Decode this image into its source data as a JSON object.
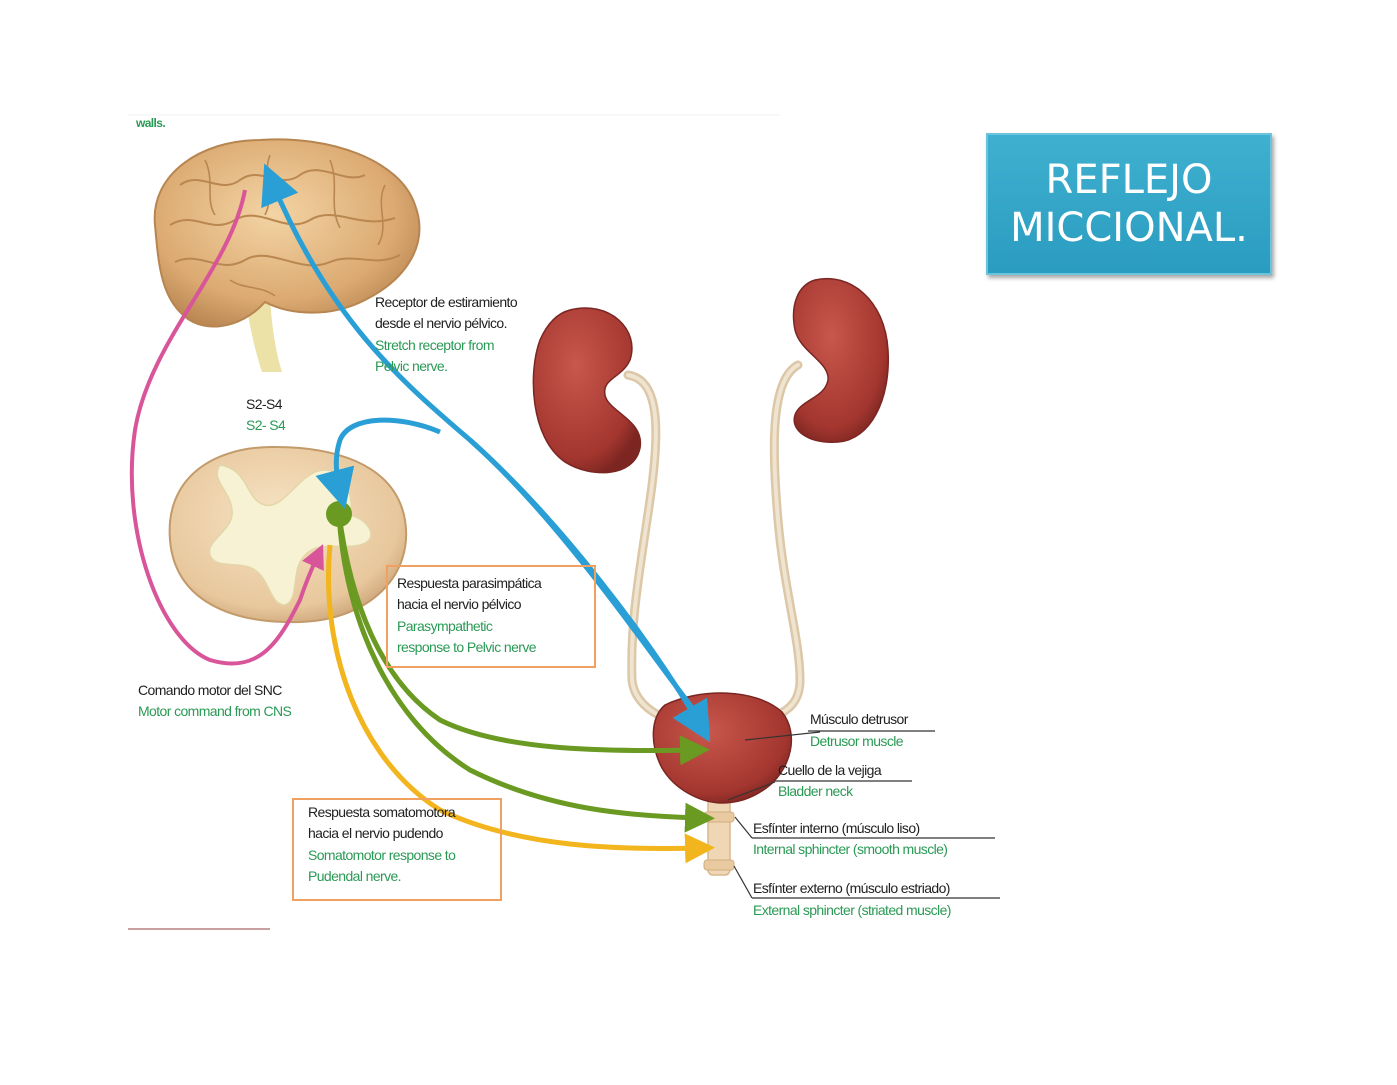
{
  "title": {
    "line1": "REFLEJO",
    "line2": "MICCIONAL."
  },
  "labels": {
    "walls": "walls.",
    "receptor_es_1": "Receptor de estiramiento",
    "receptor_es_2": "desde el nervio pélvico.",
    "receptor_en_1": "Stretch receptor from",
    "receptor_en_2": "Pelvic nerve.",
    "segment_es": "S2-S4",
    "segment_en": "S2- S4",
    "parasymp_es_1": "Respuesta parasimpática",
    "parasymp_es_2": "hacia el nervio pélvico",
    "parasymp_en_1": "Parasympathetic",
    "parasymp_en_2": "response to Pelvic nerve",
    "motor_es": "Comando motor del SNC",
    "motor_en": "Motor command from CNS",
    "somato_es_1": "Respuesta somatomotora",
    "somato_es_2": "hacia el nervio pudendo",
    "somato_en_1": "Somatomotor response  to",
    "somato_en_2": "Pudendal nerve.",
    "detrusor_es": "Músculo detrusor",
    "detrusor_en": "Detrusor muscle",
    "neck_es": "Cuello de la vejiga",
    "neck_en": "Bladder neck",
    "internal_es": "Esfínter interno (músculo liso)",
    "internal_en": "Internal sphincter (smooth muscle)",
    "external_es": "Esfínter externo (músculo estriado)",
    "external_en": "External sphincter (striated muscle)"
  },
  "colors": {
    "title_bg": "#2aa0c4",
    "sensory_arrow": "#2a9fd6",
    "parasympathetic_arrow": "#6a9a22",
    "somatomotor_arrow": "#f2b51e",
    "motor_command_arrow": "#d9559a",
    "kidney": "#a83a34",
    "bladder": "#a83a34",
    "brain": "#e2b37a",
    "spinal_cord": "#ecd0a8",
    "label_box_border": "#f0a060"
  }
}
